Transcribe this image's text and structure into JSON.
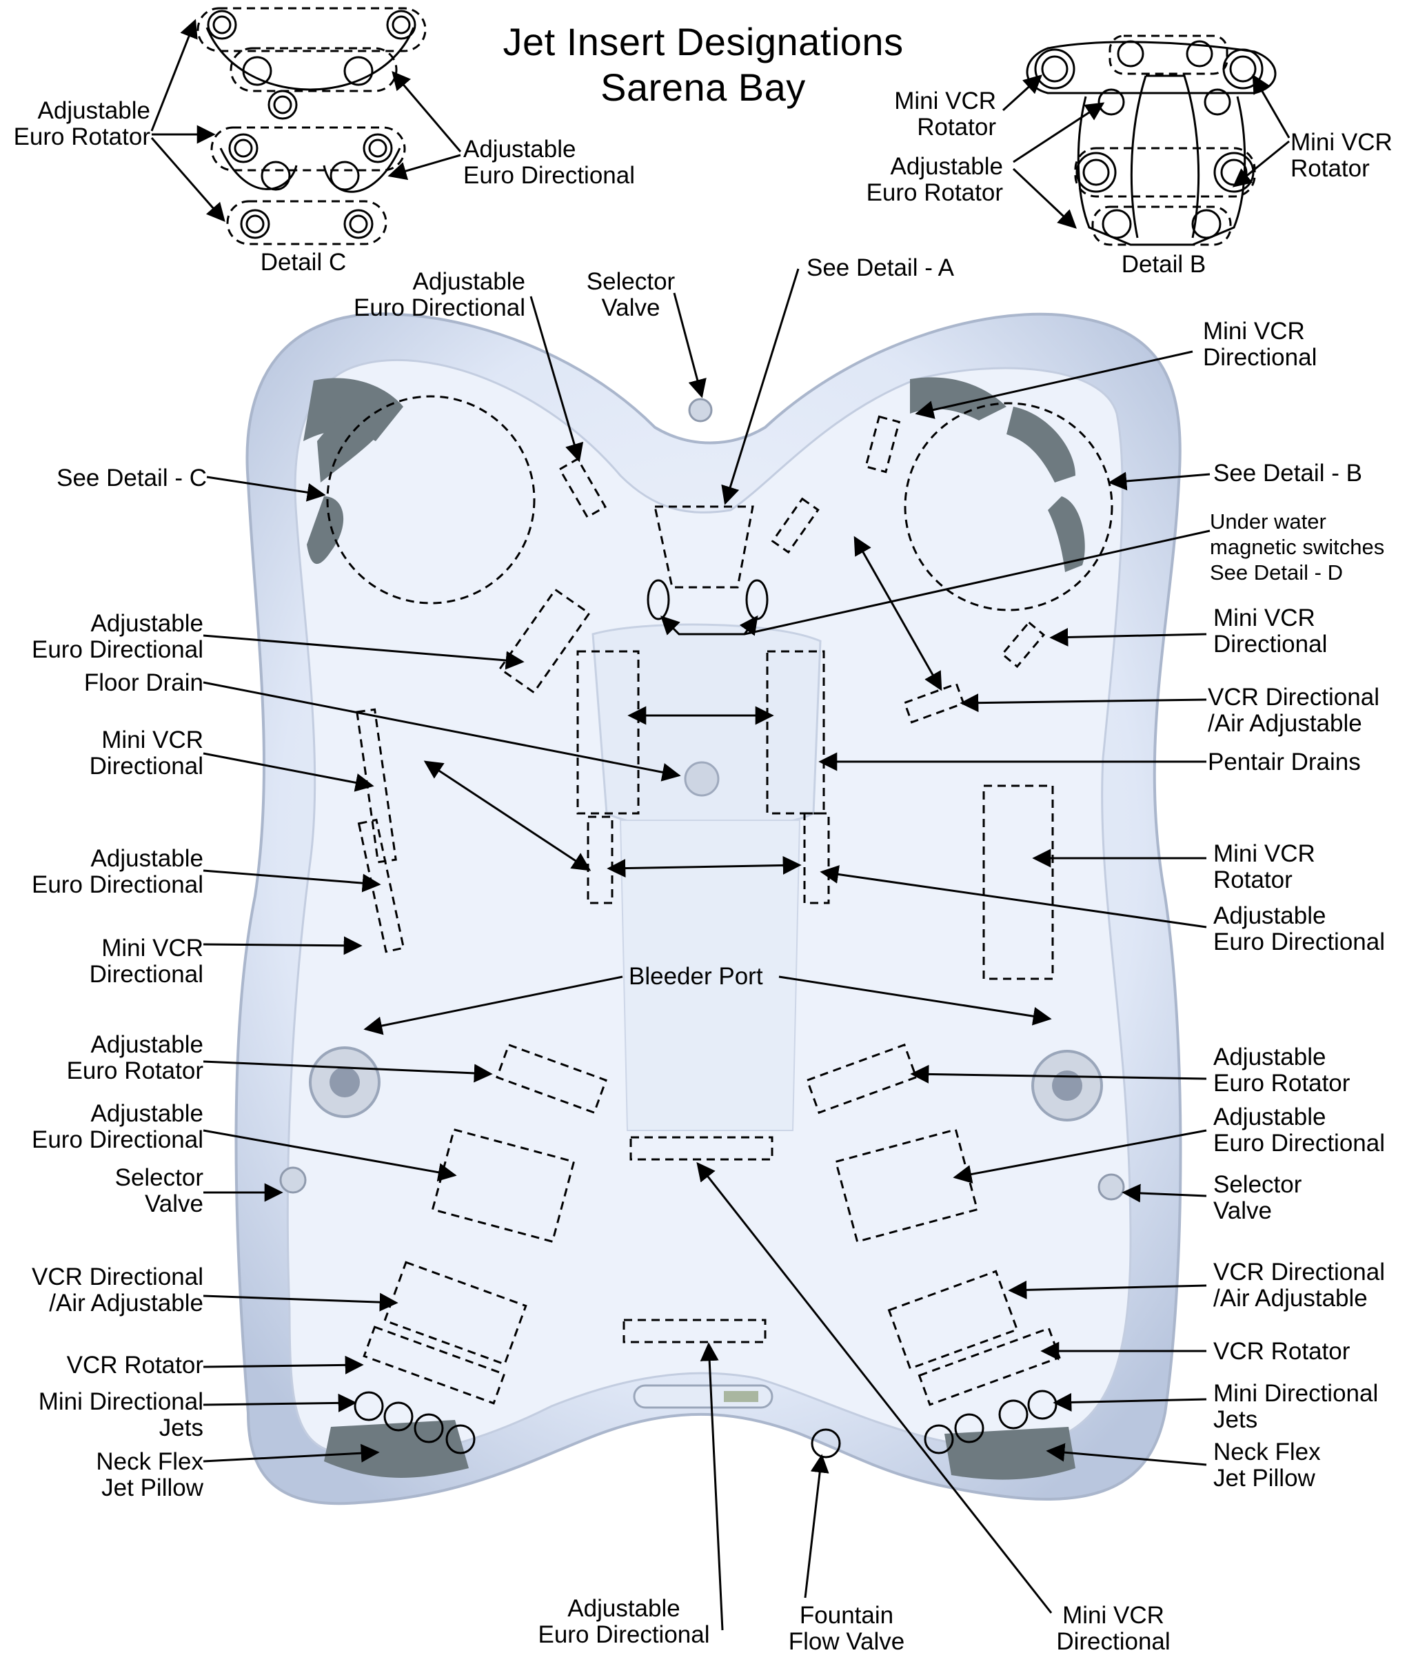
{
  "title": {
    "line1": "Jet Insert Designations",
    "line2": "Sarena Bay"
  },
  "details": {
    "c": {
      "caption": "Detail C",
      "left_label": [
        "Adjustable",
        "Euro Rotator"
      ],
      "right_label": [
        "Adjustable",
        "Euro Directional"
      ]
    },
    "b": {
      "caption": "Detail B",
      "left_top": [
        "Mini VCR",
        "Rotator"
      ],
      "left_bottom": [
        "Adjustable",
        "Euro Rotator"
      ],
      "right": [
        "Mini VCR",
        "Rotator"
      ]
    }
  },
  "labels": {
    "top_adj_euro_dir": [
      "Adjustable",
      "Euro Directional"
    ],
    "top_selector": [
      "Selector",
      "Valve"
    ],
    "see_detail_a": "See Detail - A",
    "top_mini_vcr_dir": [
      "Mini VCR",
      "Directional"
    ],
    "see_detail_c": "See Detail - C",
    "see_detail_b": "See Detail - B",
    "under_water": [
      "Under water",
      "magnetic switches",
      "See Detail - D"
    ],
    "l_adj_euro_dir_1": [
      "Adjustable",
      "Euro Directional"
    ],
    "r_mini_vcr_dir_1": [
      "Mini VCR",
      "Directional"
    ],
    "floor_drain": "Floor Drain",
    "r_vcr_dir_air_1": [
      "VCR Directional",
      "/Air Adjustable"
    ],
    "l_mini_vcr_dir_1": [
      "Mini VCR",
      "Directional"
    ],
    "pentair_drains": "Pentair Drains",
    "l_adj_euro_dir_2": [
      "Adjustable",
      "Euro Directional"
    ],
    "r_mini_vcr_rotator": [
      "Mini VCR",
      "Rotator"
    ],
    "r_adj_euro_dir_1": [
      "Adjustable",
      "Euro Directional"
    ],
    "l_mini_vcr_dir_2": [
      "Mini VCR",
      "Directional"
    ],
    "bleeder_port": "Bleeder Port",
    "l_adj_euro_rot": [
      "Adjustable",
      "Euro Rotator"
    ],
    "r_adj_euro_rot": [
      "Adjustable",
      "Euro Rotator"
    ],
    "l_adj_euro_dir_3": [
      "Adjustable",
      "Euro Directional"
    ],
    "r_adj_euro_dir_2": [
      "Adjustable",
      "Euro Directional"
    ],
    "l_selector": [
      "Selector",
      "Valve"
    ],
    "r_selector": [
      "Selector",
      "Valve"
    ],
    "l_vcr_dir_air": [
      "VCR Directional",
      "/Air Adjustable"
    ],
    "r_vcr_dir_air_2": [
      "VCR Directional",
      "/Air Adjustable"
    ],
    "l_vcr_rotator": "VCR Rotator",
    "r_vcr_rotator": "VCR Rotator",
    "l_mini_dir_jets": [
      "Mini Directional",
      "Jets"
    ],
    "r_mini_dir_jets": [
      "Mini Directional",
      "Jets"
    ],
    "l_neck_flex": [
      "Neck Flex",
      "Jet Pillow"
    ],
    "r_neck_flex": [
      "Neck Flex",
      "Jet Pillow"
    ],
    "b_adj_euro_dir": [
      "Adjustable",
      "Euro Directional"
    ],
    "b_fountain": [
      "Fountain",
      "Flow Valve"
    ],
    "b_mini_vcr_dir": [
      "Mini VCR",
      "Directional"
    ]
  },
  "colors": {
    "tub_shell": "#dde6f5",
    "tub_inner": "#eef3fc",
    "pillow": "#6e7a80",
    "line": "#000000"
  }
}
